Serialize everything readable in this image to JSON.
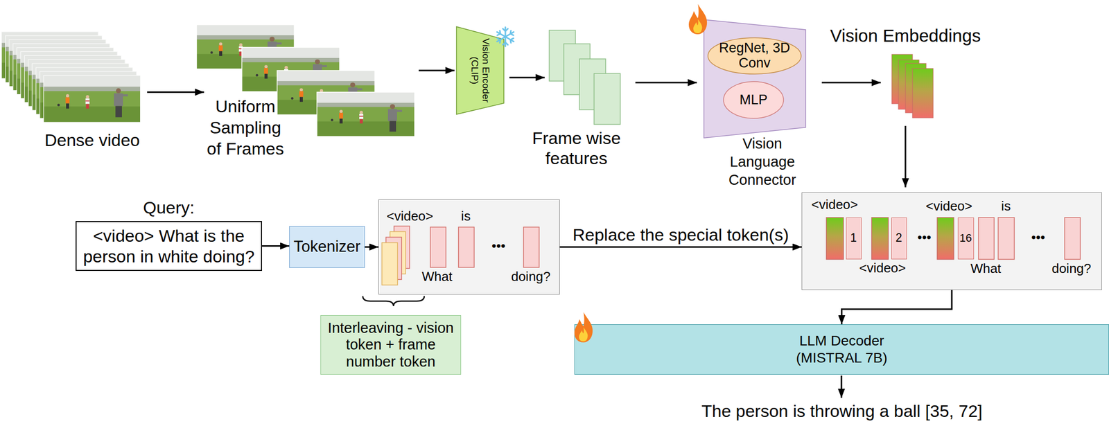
{
  "diagram": {
    "nodes": [
      {
        "text": [
          "Vision Encoder (CLIP)"
        ]
      },
      {
        "text": [
          "Vision Language Connector"
        ]
      },
      {
        "text": [
          "RegNet, 3D Conv"
        ],
        "in": 1
      },
      {
        "text": [
          "MLP"
        ],
        "in": 1
      },
      {
        "text": [
          "Query:",
          "<video> What is the person in white doing?"
        ]
      },
      {
        "text": [
          "Tokenizer"
        ]
      },
      {
        "text": [
          "<video>",
          "What",
          "is",
          "•••",
          "doing?"
        ]
      },
      {
        "text": [
          "Interleaving - vision token + frame number token"
        ]
      },
      {
        "text": [
          "<video>",
          "<video>",
          "•••",
          "<video>",
          "What",
          "is",
          "•••",
          "doing?"
        ]
      },
      {
        "text": [
          "1"
        ],
        "in": 8
      },
      {
        "text": [
          "2"
        ],
        "in": 8
      },
      {
        "text": [
          "16"
        ],
        "in": 8
      },
      {
        "text": [
          "LLM Decoder (MISTRAL 7B)"
        ]
      }
    ],
    "edges": [
      {
        "from": 4,
        "to": 5,
        "arrow": "to"
      },
      {
        "from": 5,
        "to": 6,
        "arrow": "to"
      },
      {
        "from": 6,
        "to": 8,
        "label": "Replace the special token(s)",
        "arrow": "to"
      },
      {
        "from": 8,
        "to": 12,
        "arrow": "to"
      }
    ],
    "labels": [
      "Dense video",
      "Uniform Sampling of Frames",
      "Frame wise features",
      "Vision Embeddings",
      "The person is throwing a ball [35, 72]"
    ]
  }
}
